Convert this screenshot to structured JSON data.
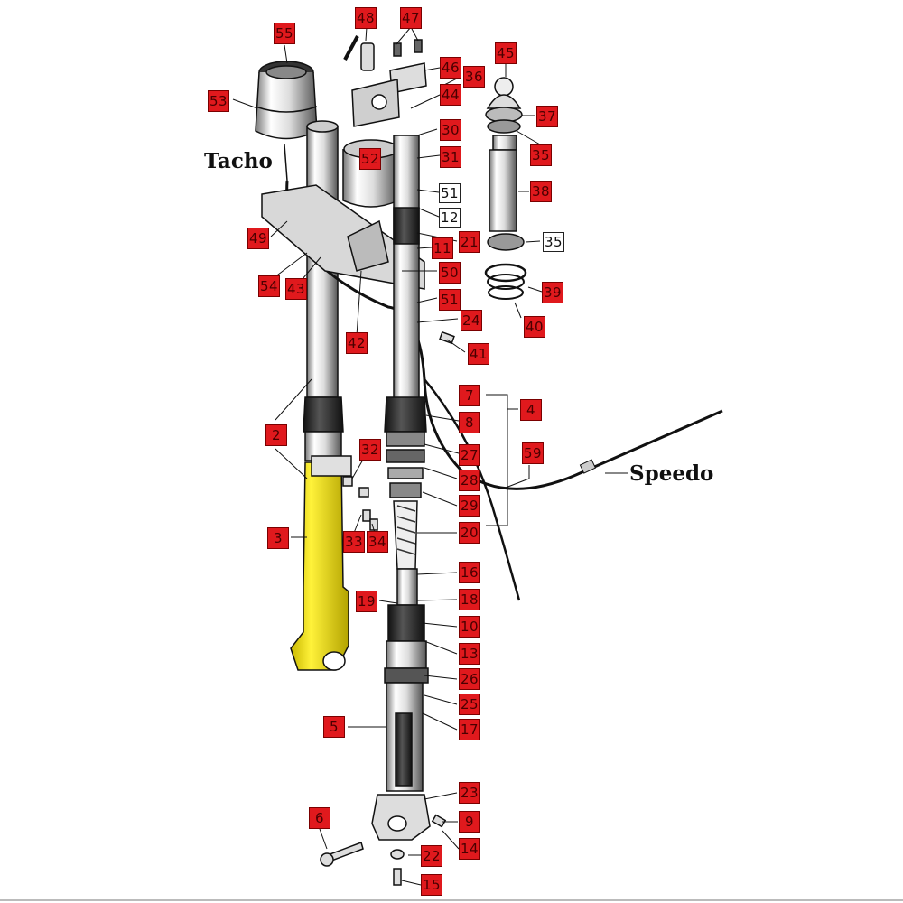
{
  "labels": {
    "tacho": "Tacho",
    "speedo": "Speedo"
  },
  "colors": {
    "callout_fill": "#e0191d",
    "highlight_part": "#f2e600",
    "line_art": "#111111"
  },
  "callouts": [
    {
      "id": "c55a",
      "text": "55",
      "style": "red"
    },
    {
      "id": "c53",
      "text": "53",
      "style": "red"
    },
    {
      "id": "c48",
      "text": "48",
      "style": "red"
    },
    {
      "id": "c47",
      "text": "47",
      "style": "red"
    },
    {
      "id": "c46",
      "text": "46",
      "style": "red"
    },
    {
      "id": "c36",
      "text": "36",
      "style": "red"
    },
    {
      "id": "c44",
      "text": "44",
      "style": "red"
    },
    {
      "id": "c45",
      "text": "45",
      "style": "red"
    },
    {
      "id": "c37",
      "text": "37",
      "style": "red"
    },
    {
      "id": "c30",
      "text": "30",
      "style": "red"
    },
    {
      "id": "c31",
      "text": "31",
      "style": "red"
    },
    {
      "id": "c52",
      "text": "52",
      "style": "red"
    },
    {
      "id": "c35a",
      "text": "35",
      "style": "red"
    },
    {
      "id": "c38",
      "text": "38",
      "style": "red"
    },
    {
      "id": "c51a",
      "text": "51",
      "style": "white"
    },
    {
      "id": "c12",
      "text": "12",
      "style": "white"
    },
    {
      "id": "c49",
      "text": "49",
      "style": "red"
    },
    {
      "id": "c21",
      "text": "21",
      "style": "red"
    },
    {
      "id": "c11",
      "text": "11",
      "style": "red"
    },
    {
      "id": "c35b",
      "text": "35",
      "style": "white"
    },
    {
      "id": "c50",
      "text": "50",
      "style": "red"
    },
    {
      "id": "c54",
      "text": "54",
      "style": "red"
    },
    {
      "id": "c43",
      "text": "43",
      "style": "red"
    },
    {
      "id": "c39",
      "text": "39",
      "style": "red"
    },
    {
      "id": "c51b",
      "text": "51",
      "style": "red"
    },
    {
      "id": "c40",
      "text": "40",
      "style": "red"
    },
    {
      "id": "c24",
      "text": "24",
      "style": "red"
    },
    {
      "id": "c42",
      "text": "42",
      "style": "red"
    },
    {
      "id": "c41",
      "text": "41",
      "style": "red"
    },
    {
      "id": "c7",
      "text": "7",
      "style": "red"
    },
    {
      "id": "c4",
      "text": "4",
      "style": "red"
    },
    {
      "id": "c2",
      "text": "2",
      "style": "red"
    },
    {
      "id": "c8",
      "text": "8",
      "style": "red"
    },
    {
      "id": "c32",
      "text": "32",
      "style": "red"
    },
    {
      "id": "c27",
      "text": "27",
      "style": "red"
    },
    {
      "id": "c59",
      "text": "59",
      "style": "red"
    },
    {
      "id": "c28",
      "text": "28",
      "style": "red"
    },
    {
      "id": "c29",
      "text": "29",
      "style": "red"
    },
    {
      "id": "c3",
      "text": "3",
      "style": "red"
    },
    {
      "id": "c33",
      "text": "33",
      "style": "red"
    },
    {
      "id": "c34",
      "text": "34",
      "style": "red"
    },
    {
      "id": "c20",
      "text": "20",
      "style": "red"
    },
    {
      "id": "c16",
      "text": "16",
      "style": "red"
    },
    {
      "id": "c19",
      "text": "19",
      "style": "red"
    },
    {
      "id": "c18",
      "text": "18",
      "style": "red"
    },
    {
      "id": "c10",
      "text": "10",
      "style": "red"
    },
    {
      "id": "c13",
      "text": "13",
      "style": "red"
    },
    {
      "id": "c26",
      "text": "26",
      "style": "red"
    },
    {
      "id": "c25",
      "text": "25",
      "style": "red"
    },
    {
      "id": "c5",
      "text": "5",
      "style": "red"
    },
    {
      "id": "c17",
      "text": "17",
      "style": "red"
    },
    {
      "id": "c23",
      "text": "23",
      "style": "red"
    },
    {
      "id": "c6",
      "text": "6",
      "style": "red"
    },
    {
      "id": "c9",
      "text": "9",
      "style": "red"
    },
    {
      "id": "c14",
      "text": "14",
      "style": "red"
    },
    {
      "id": "c22",
      "text": "22",
      "style": "red"
    },
    {
      "id": "c15",
      "text": "15",
      "style": "red"
    }
  ]
}
